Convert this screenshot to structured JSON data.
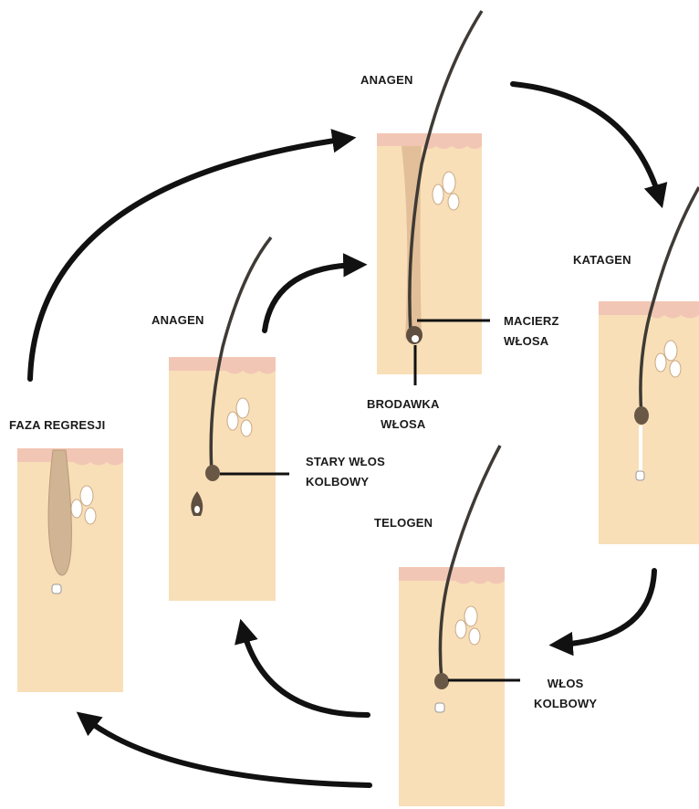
{
  "labels": {
    "anagen_top": "ANAGEN",
    "anagen_left": "ANAGEN",
    "katagen": "KATAGEN",
    "faza_regresji": "FAZA REGRESJI",
    "telogen": "TELOGEN",
    "macierz_wlosa": [
      "MACIERZ",
      "WŁOSA"
    ],
    "brodawka_wlosa": [
      "BRODAWKA",
      "WŁOSA"
    ],
    "stary_wlos_kolbowy": [
      "STARY WŁOS",
      "KOLBOWY"
    ],
    "wlos_kolbowy": [
      "WŁOS",
      "KOLBOWY"
    ]
  },
  "colors": {
    "skin": "#f8dfb8",
    "skin_top": "#f2c6b4",
    "hair": "#3e3a35",
    "arrow": "#111111",
    "gland": "#ffffff"
  }
}
